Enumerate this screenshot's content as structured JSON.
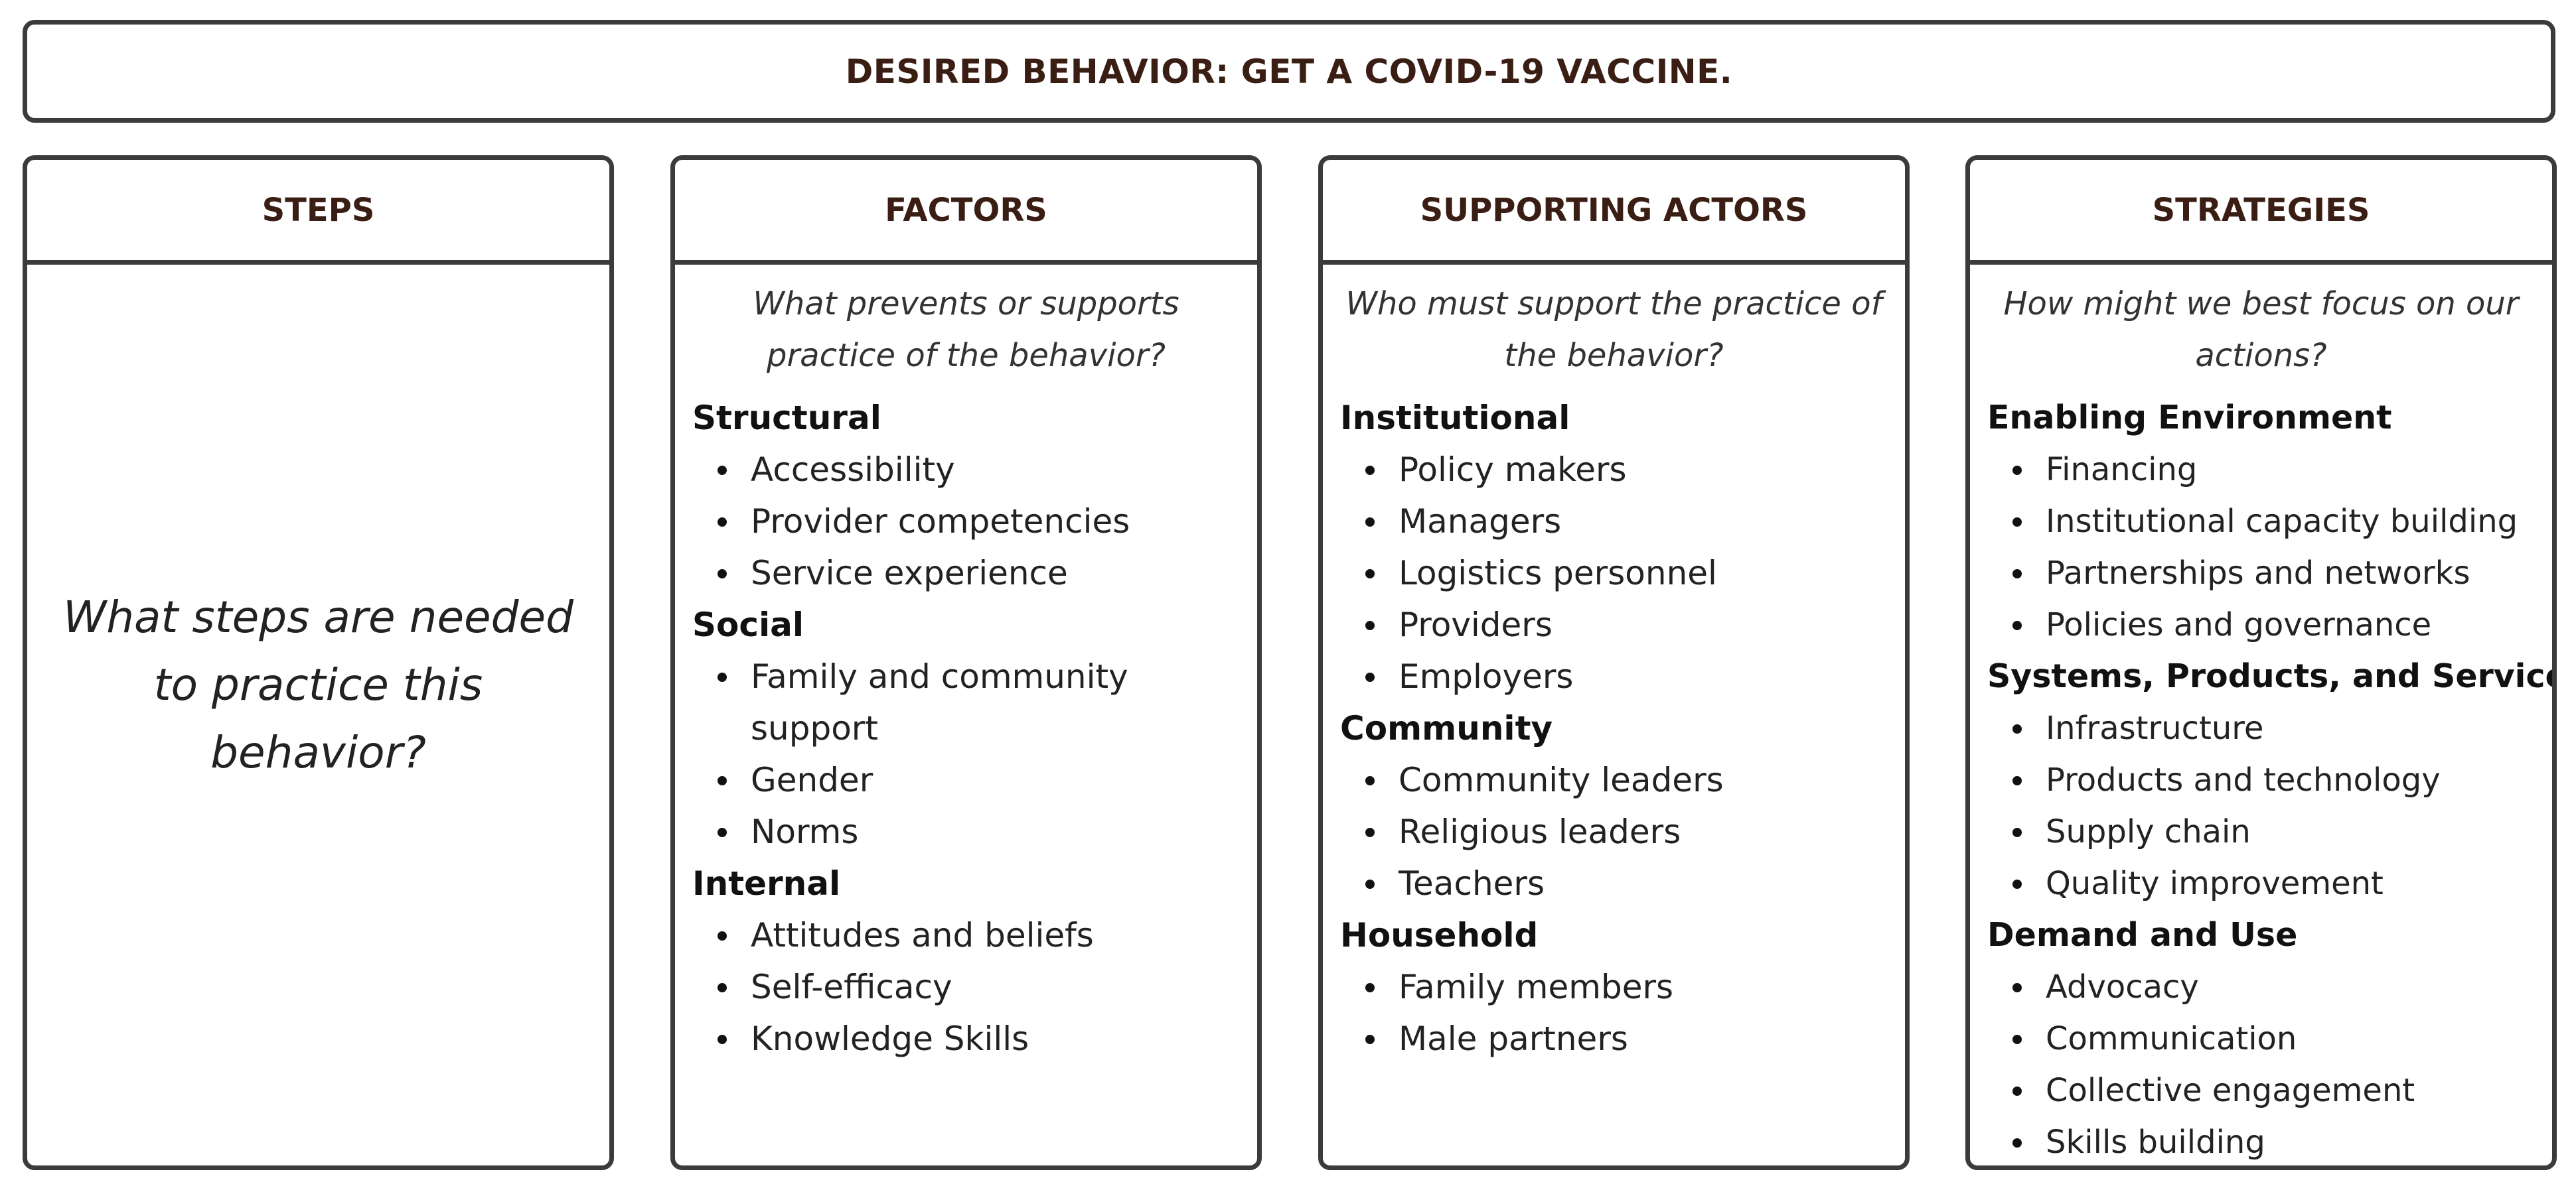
{
  "banner": {
    "title": "DESIRED BEHAVIOR: GET A COVID-19 VACCINE."
  },
  "columns": {
    "steps": {
      "header": "STEPS",
      "question": "What steps are needed to practice this behavior?"
    },
    "factors": {
      "header": "FACTORS",
      "question": "What prevents or supports practice of the behavior?",
      "groups": [
        {
          "heading": "Structural",
          "items": [
            "Accessibility",
            "Provider competencies",
            "Service experience"
          ]
        },
        {
          "heading": "Social",
          "items": [
            "Family and community support",
            "Gender",
            "Norms"
          ]
        },
        {
          "heading": "Internal",
          "items": [
            "Attitudes and beliefs",
            "Self-efficacy",
            "Knowledge Skills"
          ]
        }
      ]
    },
    "actors": {
      "header": "SUPPORTING ACTORS",
      "question": "Who must support the practice of the behavior?",
      "groups": [
        {
          "heading": "Institutional",
          "items": [
            "Policy makers",
            "Managers",
            "Logistics personnel",
            "Providers",
            "Employers"
          ]
        },
        {
          "heading": "Community",
          "items": [
            "Community leaders",
            "Religious leaders",
            "Teachers"
          ]
        },
        {
          "heading": "Household",
          "items": [
            "Family members",
            "Male partners"
          ]
        }
      ]
    },
    "strategies": {
      "header": "STRATEGIES",
      "question": "How might we best focus on our actions?",
      "groups": [
        {
          "heading": "Enabling Environment",
          "items": [
            "Financing",
            "Institutional capacity building",
            "Partnerships and networks",
            "Policies and governance"
          ]
        },
        {
          "heading": "Systems, Products, and Services",
          "items": [
            "Infrastructure",
            "Products and technology",
            "Supply chain",
            "Quality improvement"
          ]
        },
        {
          "heading": "Demand and Use",
          "items": [
            "Advocacy",
            "Communication",
            "Collective engagement",
            "Skills building"
          ]
        }
      ]
    }
  }
}
